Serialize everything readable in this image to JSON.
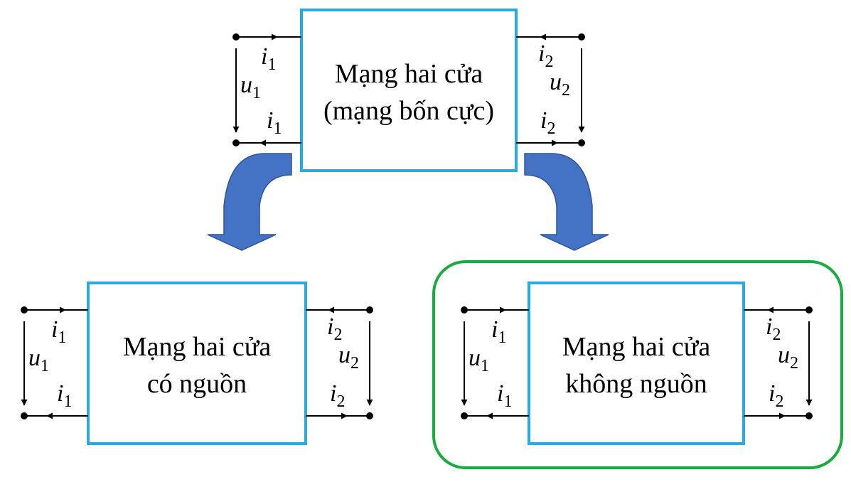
{
  "top_network": {
    "line1": "Mạng hai cửa",
    "line2": "(mạng bốn cực)"
  },
  "left_network": {
    "line1": "Mạng hai cửa",
    "line2": "có nguồn"
  },
  "right_network": {
    "line1": "Mạng hai cửa",
    "line2": "không nguồn"
  },
  "port_labels": {
    "i_symbol": "i",
    "u_symbol": "u",
    "port1_sub": "1",
    "port2_sub": "2"
  },
  "colors": {
    "box_border": "#29abe2",
    "arrow_fill": "#4472c4",
    "highlight_border": "#1aab40",
    "wire": "#000000"
  }
}
